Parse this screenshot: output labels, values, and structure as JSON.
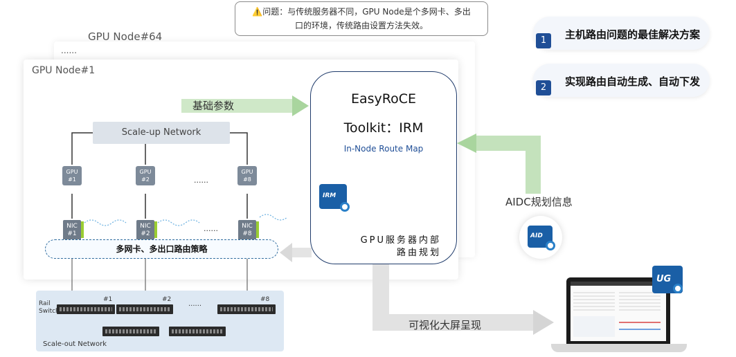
{
  "nodes": {
    "back_label": "GPU Node#64",
    "dots": "......",
    "front_label": "GPU Node#1"
  },
  "warning": {
    "icon": "warning-icon",
    "line1": "⚠️问题：与传统服务器不同，GPU Node是个多网卡、多出",
    "line2": "口的环境，传统路由设置方法失效。"
  },
  "right_items": [
    {
      "num": "1",
      "text": "主机路由问题的最佳解决方案"
    },
    {
      "num": "2",
      "text": "实现路由自动生成、自动下发"
    }
  ],
  "flows": {
    "basic_params": "基础参数",
    "aidc_info": "AIDC规划信息",
    "visual": "可视化大屏呈现"
  },
  "irm": {
    "title1": "EasyRoCE",
    "title2": "Toolkit：IRM",
    "subtitle": "In-Node Route Map",
    "icon_text": "IRM",
    "desc1": "GPU服务器内部",
    "desc2": "路由规划"
  },
  "scale_up": "Scale-up Network",
  "gpus": [
    {
      "label": "GPU",
      "num": "#1"
    },
    {
      "label": "GPU",
      "num": "#2"
    },
    {
      "label": "GPU",
      "num": "#8"
    }
  ],
  "gpu_dots": "......",
  "nics": [
    {
      "label": "NIC",
      "num": "#1"
    },
    {
      "label": "NIC",
      "num": "#2"
    },
    {
      "label": "NIC",
      "num": "#8"
    }
  ],
  "nic_dots": "......",
  "policy": "多网卡、多出口路由策略",
  "scale_out": {
    "rail_label": "Rail Switch",
    "switch_nums": [
      "#1",
      "#2",
      "#8"
    ],
    "dots": "......",
    "label": "Scale-out Network"
  },
  "aid_icon": "AID",
  "ug_icon": "UG",
  "colors": {
    "arrow_green": "#b8dcb0",
    "arrow_gray": "#d9d9d9",
    "badge_blue": "#1f4e96",
    "irm_border": "#1e3a6a"
  }
}
